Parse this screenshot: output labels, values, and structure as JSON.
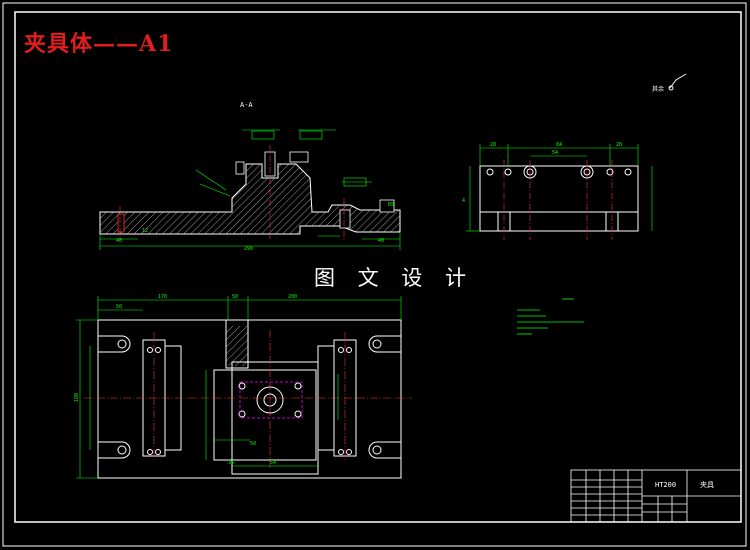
{
  "drawing": {
    "title": "夹具体——A1",
    "watermark": "图 文 设 计",
    "section_label": "A-A",
    "colors": {
      "background": "#000000",
      "outline": "#ffffff",
      "dimension": "#00ff00",
      "center_line": "#ff3030",
      "hidden": "#ff00ff",
      "title_red": "#e01e1e",
      "frame": "#ffffff"
    },
    "dims_section": {
      "overall": "290",
      "left": "40",
      "right": "40",
      "left_offset": "12",
      "r_label": "R5"
    },
    "dims_side": {
      "top_left": "28",
      "top_mid": "84",
      "top_right": "28",
      "height_left": "4",
      "mid_label": "54"
    },
    "dims_plan": {
      "left": "170",
      "mid": "50",
      "right": "200",
      "left_short": "50",
      "height": "180",
      "inner_a": "50",
      "bottom_a": "36",
      "bottom_b": "54"
    },
    "title_block": {
      "material": "HT200",
      "part_name": "夹具"
    }
  }
}
